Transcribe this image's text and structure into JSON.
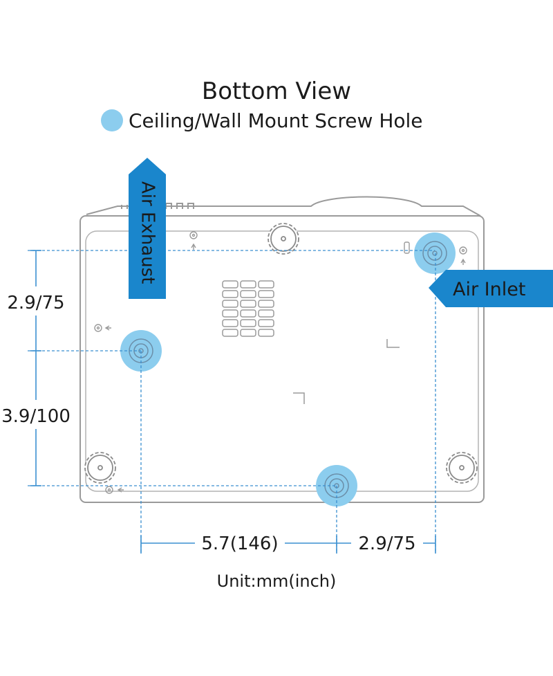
{
  "title": "Bottom View",
  "legend": {
    "label": "Ceiling/Wall Mount Screw Hole",
    "color": "#8ccdee"
  },
  "arrows": {
    "exhaust": {
      "label": "Air Exhaust",
      "color": "#1a86cc"
    },
    "inlet": {
      "label": "Air Inlet",
      "color": "#1a86cc"
    }
  },
  "dimensions": {
    "left_top": "2.9/75",
    "left_bottom": "3.9/100",
    "bottom_left": "5.7(146)",
    "bottom_right": "2.9/75"
  },
  "unit": "Unit:mm(inch)",
  "colors": {
    "outline": "#9a9a9a",
    "dimension": "#3a8fd0",
    "hole": "#8ccdee"
  }
}
